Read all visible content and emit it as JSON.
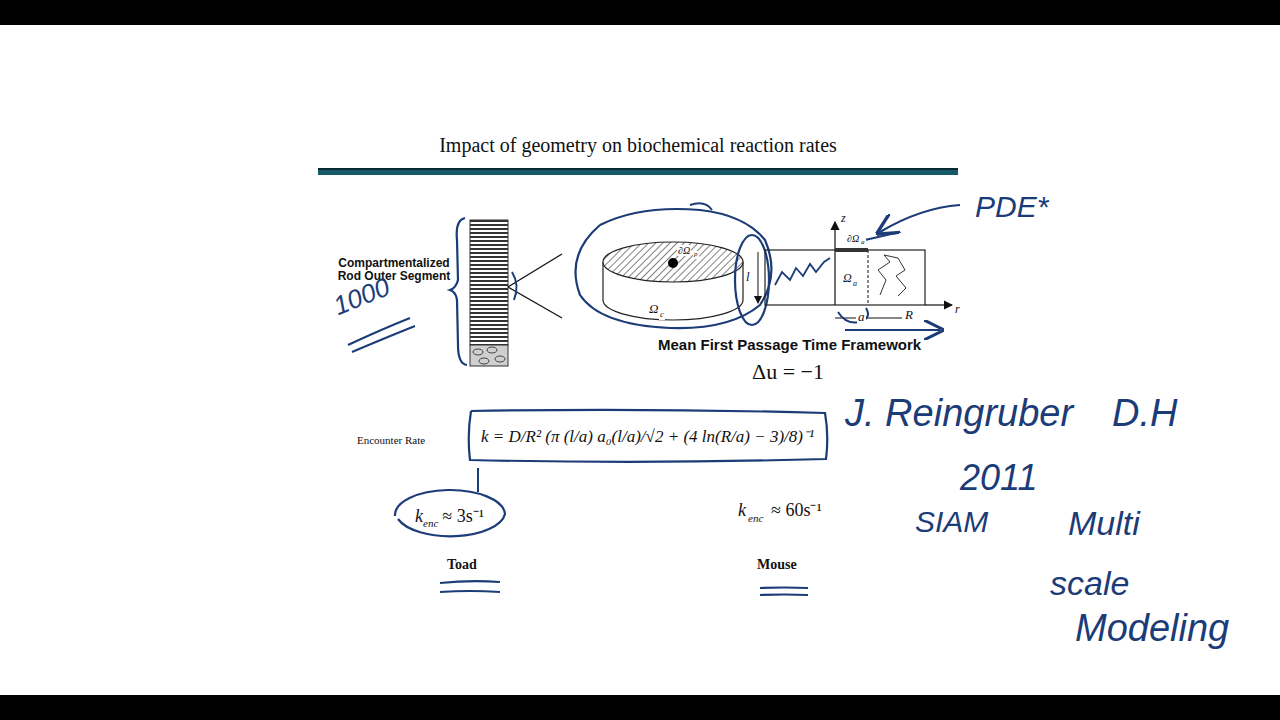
{
  "diagram": {
    "title": "Impact of geometry on biochemical reaction rates",
    "nodes": [
      {
        "text": [
          "k = D/R² (π (l/a) a₀(l/a)/√2 + (4 ln(R/a) − 3)/8)⁻¹"
        ]
      },
      {
        "text": [
          "k",
          "enc",
          "≈ 3s⁻¹"
        ]
      }
    ],
    "labels": [
      "Compartmentalized Rod Outer Segment",
      "1000",
      "Ω",
      "c",
      "∂Ω",
      "p",
      "l",
      "z",
      "Ω",
      "a",
      "∂Ω",
      "a",
      "a",
      "R",
      "r",
      "PDE*",
      "Mean First Passage Time Framework",
      "Δu = −1",
      "Encounter Rate",
      "k",
      "enc",
      "≈ 60s⁻¹",
      "Toad",
      "Mouse",
      "J. Reingruber",
      "D.H",
      "2011",
      "SIAM",
      "Multi",
      "scale",
      "Modeling"
    ]
  }
}
